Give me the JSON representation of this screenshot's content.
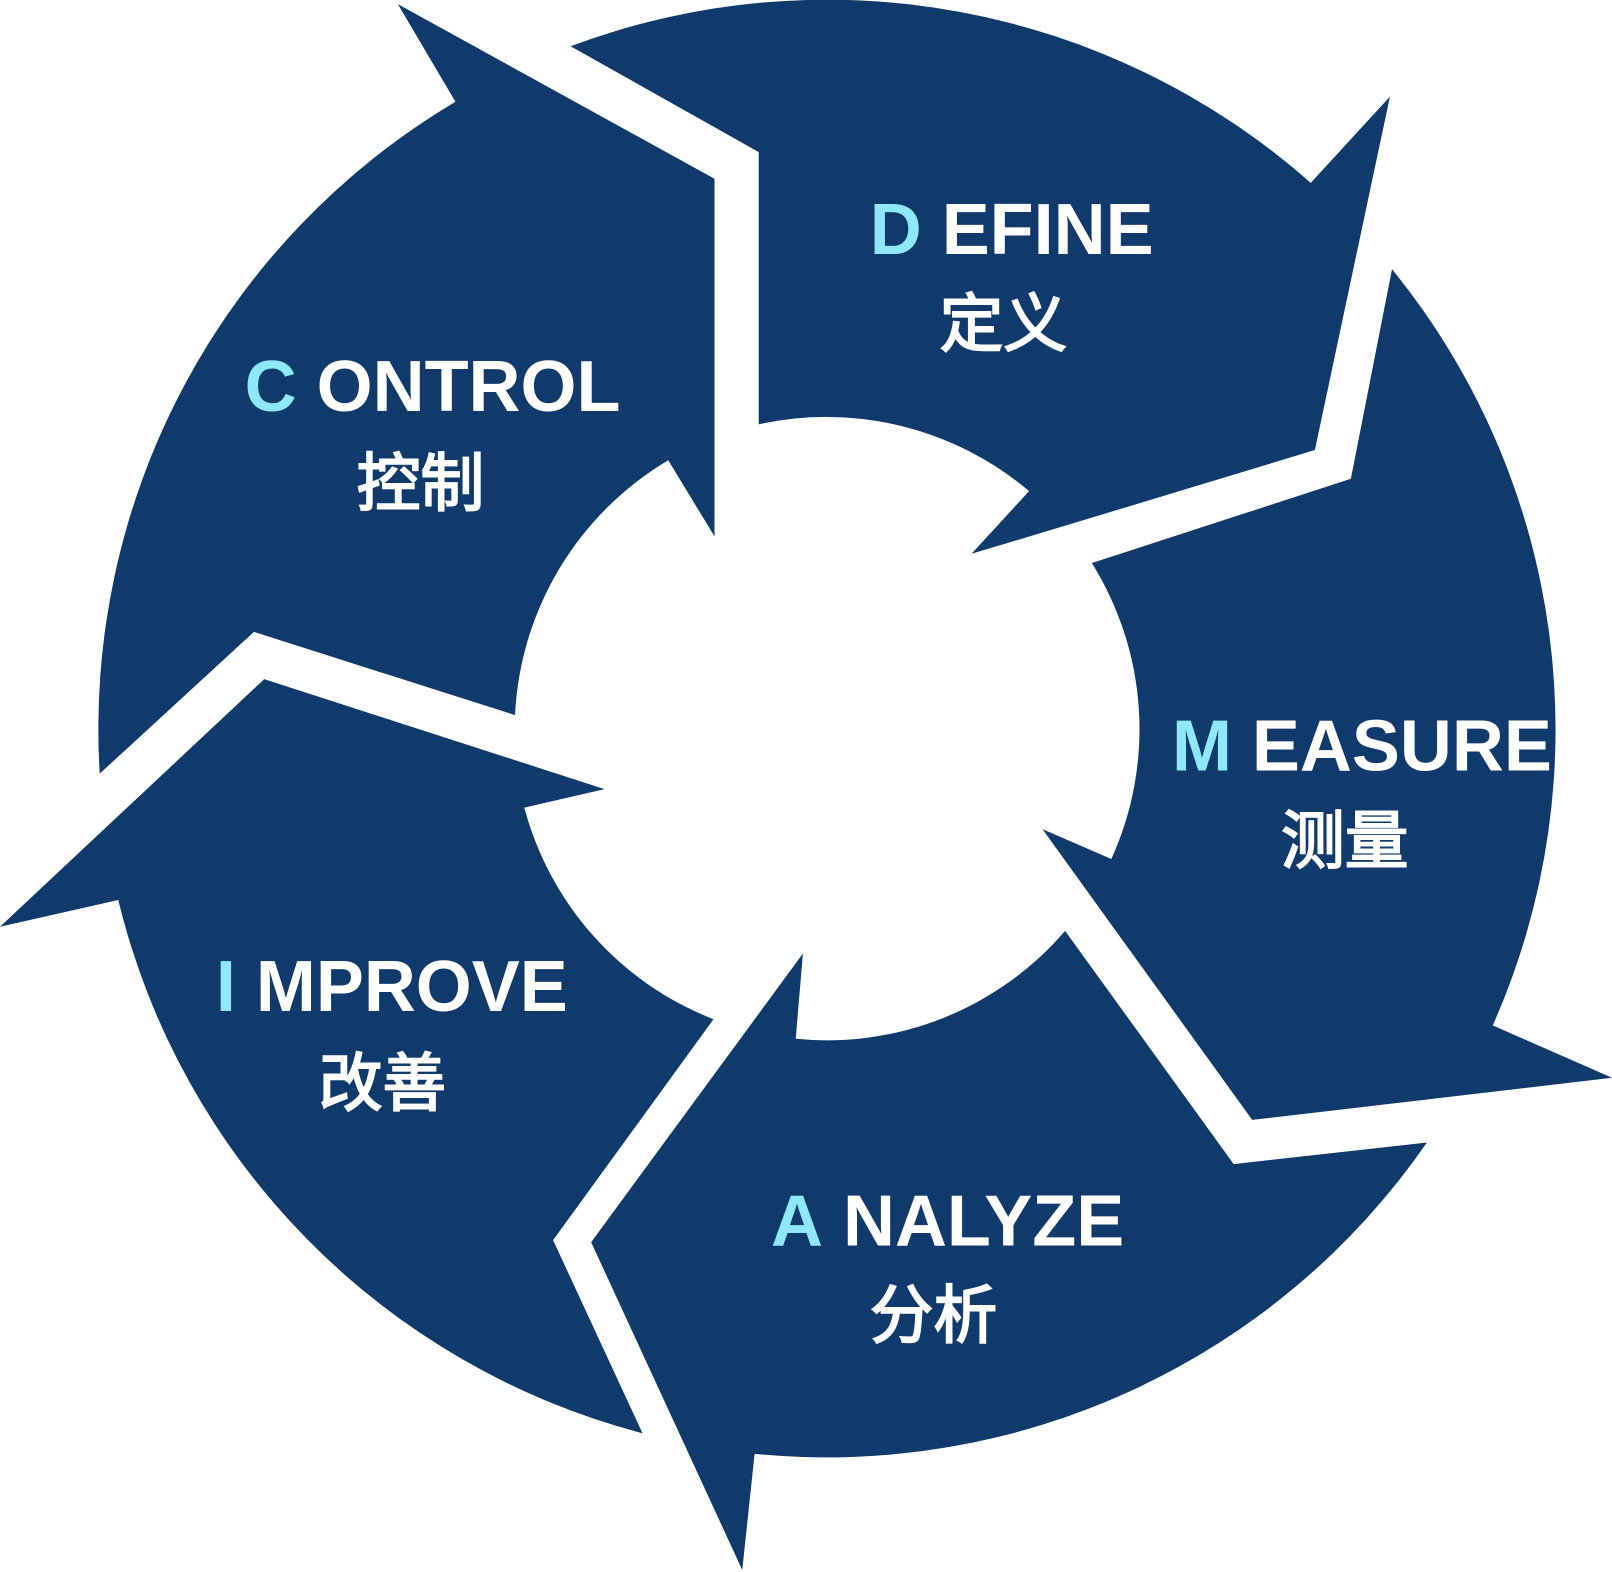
{
  "title": "DMAIC cycle",
  "colors": {
    "segment": "#103a6b",
    "initial": "#8ee8f7",
    "text": "#ffffff",
    "background": "#ffffff"
  },
  "stages": [
    {
      "initial": "D",
      "rest": " EFINE",
      "chinese": "定义"
    },
    {
      "initial": "M",
      "rest": " EASURE",
      "chinese": "测量"
    },
    {
      "initial": "A",
      "rest": " NALYZE",
      "chinese": "分析"
    },
    {
      "initial": "I",
      "rest": " MPROVE",
      "chinese": "改善"
    },
    {
      "initial": "C",
      "rest": " ONTROL",
      "chinese": "控制"
    }
  ]
}
